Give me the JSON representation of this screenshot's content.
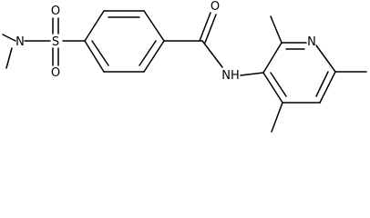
{
  "structure": {
    "atom_labels": {
      "sulfur": "S",
      "oxygen_upper": "O",
      "oxygen_lower": "O",
      "sulfonamide_nitrogen": "N",
      "carbonyl_oxygen": "O",
      "amide_nh": "NH",
      "pyridine_nitrogen": "N"
    }
  },
  "colors": {
    "bond": "#000000",
    "label": "#000000",
    "background": "#ffffff"
  }
}
